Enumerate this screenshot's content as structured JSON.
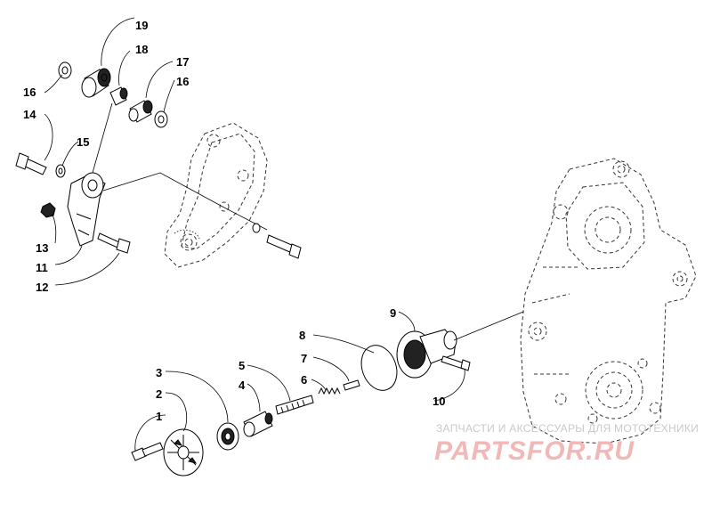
{
  "diagram": {
    "callouts": [
      "1",
      "2",
      "3",
      "4",
      "5",
      "6",
      "7",
      "8",
      "9",
      "10",
      "11",
      "12",
      "13",
      "14",
      "15",
      "16",
      "16",
      "17",
      "18",
      "19"
    ]
  },
  "watermark": {
    "tagline": "ЗАПЧАСТИ И АКСЕССУАРЫ ДЛЯ МОТОТЕХНИКИ",
    "brand": "PARTSFOR.RU",
    "color": "#f2b8b8"
  }
}
